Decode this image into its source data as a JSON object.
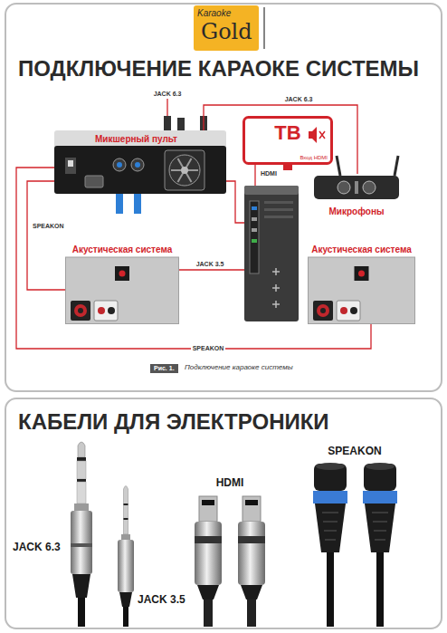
{
  "diagram": {
    "title": "ПОДКЛЮЧЕНИЕ КАРАОКЕ СИСТЕМЫ",
    "caption": "Подключение караоке системы",
    "nodes": [
      {
        "text": [
          "Микшерный пульт"
        ]
      },
      {
        "text": [
          "ТВ",
          "Вход HDMI"
        ]
      },
      {
        "text": [
          "Микрофоны"
        ]
      },
      {
        "text": [
          "Акустическая система"
        ]
      },
      {
        "text": [
          "Акустическая система"
        ]
      }
    ],
    "edges": [
      {
        "from": 0,
        "to": 2,
        "arrow": "none",
        "label": "JACK 6.3"
      },
      {
        "from": 0,
        "to": 3,
        "arrow": "none",
        "label": "SPEAKON"
      },
      {
        "from": 0,
        "to": 4,
        "arrow": "none",
        "label": "SPEAKON"
      }
    ],
    "labels": [
      "Karaoke",
      "Gold",
      "JACK 6.3",
      "HDMI",
      "JACK 3.5",
      "Рис. 1.",
      "КАБЕЛИ ДЛЯ ЭЛЕКТРОНИКИ",
      "JACK 6.3",
      "JACK 3.5",
      "HDMI",
      "SPEAKON"
    ]
  }
}
